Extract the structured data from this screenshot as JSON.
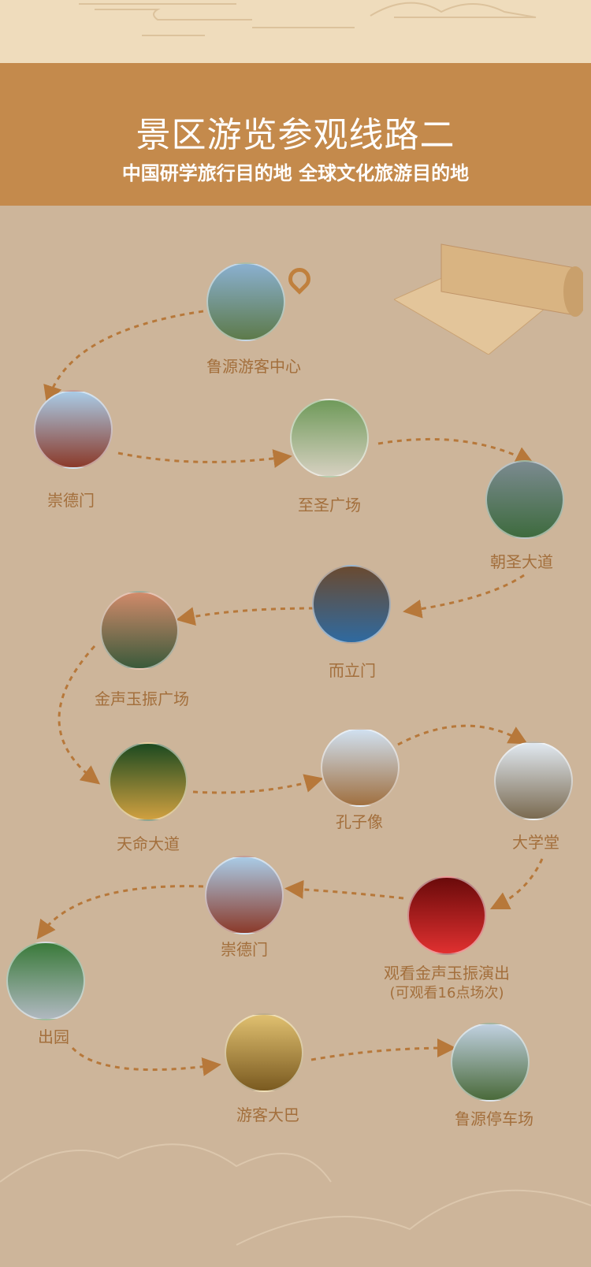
{
  "header": {
    "title": "景区游览参观线路二",
    "subtitle": "中国研学旅行目的地 全球文化旅游目的地"
  },
  "colors": {
    "top_band": "#efdcbc",
    "header": "#c48a4c",
    "background": "#cdb59a",
    "label": "#a36f3c",
    "route": "#b7783a"
  },
  "icons": {
    "location": "location-pin-icon"
  },
  "stops": [
    {
      "label": "鲁源游客中心"
    },
    {
      "label": "崇德门"
    },
    {
      "label": "至圣广场"
    },
    {
      "label": "朝圣大道"
    },
    {
      "label": "而立门"
    },
    {
      "label": "金声玉振广场"
    },
    {
      "label": "天命大道"
    },
    {
      "label": "孔子像"
    },
    {
      "label": "大学堂"
    },
    {
      "label": "观看金声玉振演出",
      "note": "(可观看16点场次)"
    },
    {
      "label": "崇德门"
    },
    {
      "label": "出园"
    },
    {
      "label": "游客大巴"
    },
    {
      "label": "鲁源停车场"
    }
  ]
}
